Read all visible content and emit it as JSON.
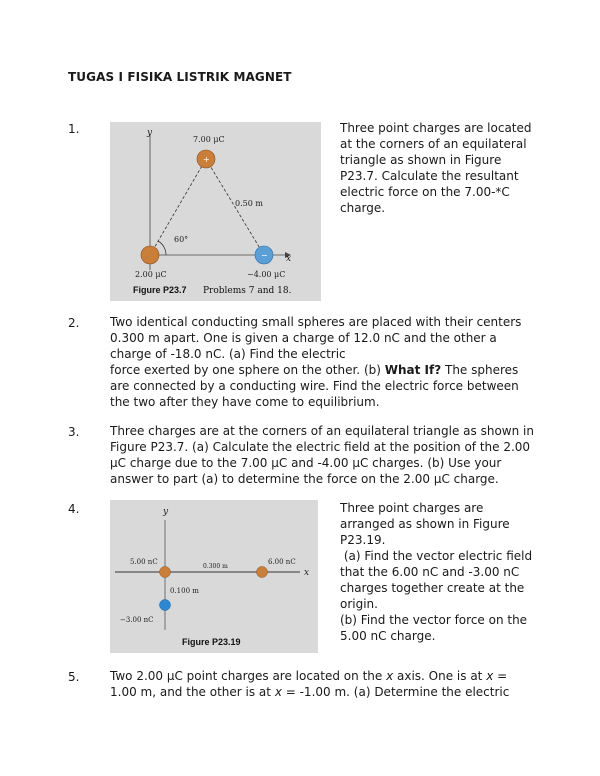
{
  "title": "TUGAS I FISIKA LISTRIK MAGNET",
  "problems": [
    {
      "number": "1.",
      "text_lines": [
        "Three point charges are located",
        "at the corners of an equilateral",
        "triangle as shown in Figure",
        "P23.7. Calculate the resultant",
        "electric force on the 7.00-*C",
        "charge."
      ],
      "figure": {
        "axis_y": "y",
        "axis_x": "x",
        "top_charge": "7.00 μC",
        "left_charge": "2.00 μC",
        "right_charge": "−4.00 μC",
        "side_length": "0.50 m",
        "angle": "60°",
        "caption_label": "Figure P23.7",
        "caption_text": "Problems 7 and 18.",
        "top_sign": "+",
        "right_sign": "−",
        "colors": {
          "positive": "#c97f3a",
          "negative": "#5a9fd6",
          "background": "#d9d9d9"
        }
      }
    },
    {
      "number": "2.",
      "line1": "Two identical conducting small spheres are placed with their centers",
      "line2": "0.300 m apart. One is given a charge of 12.0 nC and the other a",
      "line3": "charge of -18.0 nC. (a) Find the electric",
      "line4_before": "force exerted by one sphere on the other. (b) ",
      "line4_bold": "What If?",
      "line4_after": " The spheres",
      "line5": "are connected by a conducting wire. Find the electric force between",
      "line6": "the two after they have come to equilibrium."
    },
    {
      "number": "3.",
      "text_lines": [
        "Three charges are at the corners of an equilateral triangle as shown in",
        "Figure P23.7. (a) Calculate the electric field at the position of the 2.00",
        "μC charge due to the 7.00 μC and -4.00 μC charges. (b) Use your",
        "answer to part (a) to determine the force on the 2.00 μC charge."
      ]
    },
    {
      "number": "4.",
      "text_lines": [
        "Three point charges are",
        "arranged as shown in Figure",
        "P23.19.",
        " (a) Find the vector electric field",
        "that the 6.00 nC and -3.00 nC",
        "charges together create at the",
        "origin.",
        "(b) Find the vector force on the",
        "5.00 nC charge."
      ],
      "figure": {
        "axis_y": "y",
        "axis_x": "x",
        "left_charge": "5.00 nC",
        "right_charge": "6.00 nC",
        "bottom_charge": "−3.00 nC",
        "horizontal_distance": "0.300 m",
        "vertical_distance": "0.100 m",
        "caption_label": "Figure P23.19",
        "colors": {
          "positive": "#c97f3a",
          "negative": "#2f86d1"
        }
      }
    },
    {
      "number": "5.",
      "line1_a": "Two 2.00 μC point charges are located on the ",
      "line1_x": "x",
      "line1_b": " axis. One is at ",
      "line1_c": " =",
      "line2_a": "1.00 m, and the other is at ",
      "line2_b": " = -1.00 m. (a) Determine the electric"
    }
  ]
}
